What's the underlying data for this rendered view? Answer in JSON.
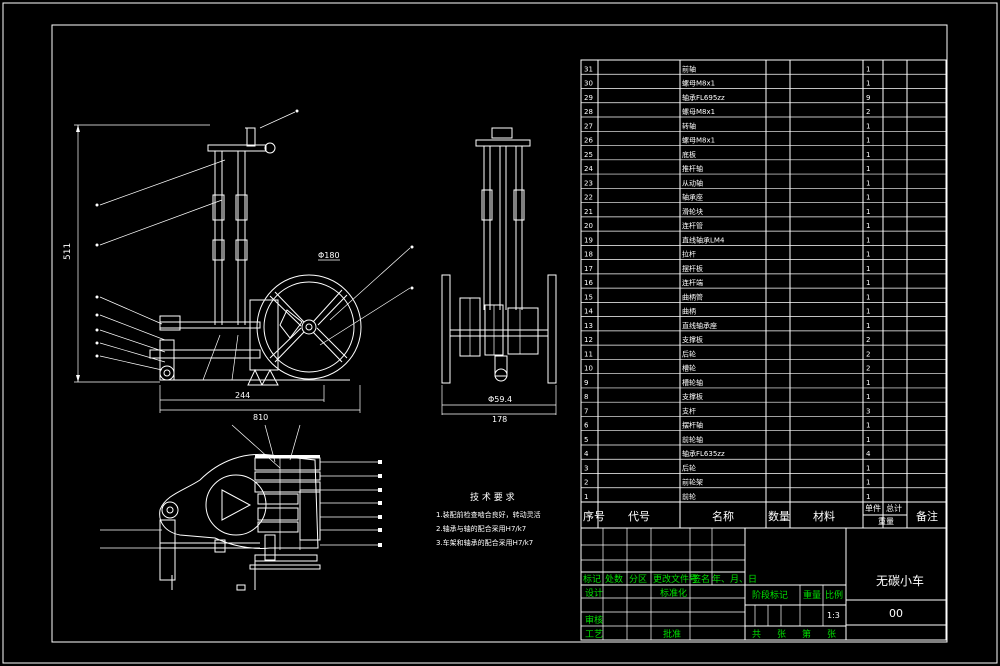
{
  "colors": {
    "background": "#000000",
    "line": "#ffffff",
    "text_green": "#00e000",
    "text_white": "#ffffff"
  },
  "dimensions": {
    "height": "511",
    "width_244": "244",
    "width_810": "810",
    "wheel_dia": "Φ180",
    "rear_159": "Φ59.4",
    "rear_178": "178"
  },
  "tech_req": {
    "title": "技 术 要 求",
    "lines": [
      "1.装配前检查啮合良好，转动灵活",
      "2.轴承与轴的配合采用H7/k7",
      "3.车架和轴承的配合采用H7/k7"
    ]
  },
  "bom": {
    "rows": [
      {
        "no": "31",
        "name": "前轴",
        "qty": "1"
      },
      {
        "no": "30",
        "name": "螺母M8x1",
        "qty": "1"
      },
      {
        "no": "29",
        "name": "轴承FL695zz",
        "qty": "9"
      },
      {
        "no": "28",
        "name": "螺母M8x1",
        "qty": "2"
      },
      {
        "no": "27",
        "name": "转轴",
        "qty": "1"
      },
      {
        "no": "26",
        "name": "螺母M8x1",
        "qty": "1"
      },
      {
        "no": "25",
        "name": "底板",
        "qty": "1"
      },
      {
        "no": "24",
        "name": "推杆轴",
        "qty": "1"
      },
      {
        "no": "23",
        "name": "从动轴",
        "qty": "1"
      },
      {
        "no": "22",
        "name": "轴承座",
        "qty": "1"
      },
      {
        "no": "21",
        "name": "滑轮块",
        "qty": "1"
      },
      {
        "no": "20",
        "name": "连杆管",
        "qty": "1"
      },
      {
        "no": "19",
        "name": "直线轴承LM4",
        "qty": "1"
      },
      {
        "no": "18",
        "name": "拉杆",
        "qty": "1"
      },
      {
        "no": "17",
        "name": "摆杆板",
        "qty": "1"
      },
      {
        "no": "16",
        "name": "连杆端",
        "qty": "1"
      },
      {
        "no": "15",
        "name": "曲柄管",
        "qty": "1"
      },
      {
        "no": "14",
        "name": "曲柄",
        "qty": "1"
      },
      {
        "no": "13",
        "name": "直线轴承座",
        "qty": "1"
      },
      {
        "no": "12",
        "name": "支撑板",
        "qty": "2"
      },
      {
        "no": "11",
        "name": "后轮",
        "qty": "2"
      },
      {
        "no": "10",
        "name": "槽轮",
        "qty": "2"
      },
      {
        "no": "9",
        "name": "槽轮轴",
        "qty": "1"
      },
      {
        "no": "8",
        "name": "支撑板",
        "qty": "1"
      },
      {
        "no": "7",
        "name": "支杆",
        "qty": "3"
      },
      {
        "no": "6",
        "name": "摆杆轴",
        "qty": "1"
      },
      {
        "no": "5",
        "name": "前轮轴",
        "qty": "1"
      },
      {
        "no": "4",
        "name": "轴承FL635zz",
        "qty": "4"
      },
      {
        "no": "3",
        "name": "后轮",
        "qty": "1"
      },
      {
        "no": "2",
        "name": "前轮架",
        "qty": "1"
      },
      {
        "no": "1",
        "name": "前轮",
        "qty": "1"
      }
    ],
    "header": {
      "no": "序号",
      "code": "代号",
      "name": "名称",
      "qty": "数量",
      "material": "材料",
      "unit_weight": "单件",
      "total_weight": "总计",
      "weight": "重量",
      "remark": "备注"
    }
  },
  "title_block": {
    "row1": [
      "标记",
      "处数",
      "分区",
      "更改文件号",
      "签名",
      "年、月、日"
    ],
    "design": "设计",
    "standard": "标准化",
    "stage": "阶段标记",
    "weight": "重量",
    "scale": "比例",
    "scale_val": "1:3",
    "review": "审核",
    "process": "工艺",
    "approve": "批准",
    "sheets": [
      "共",
      "张",
      "第",
      "张"
    ],
    "drawing_name": "无碳小车",
    "drawing_no": "00"
  }
}
